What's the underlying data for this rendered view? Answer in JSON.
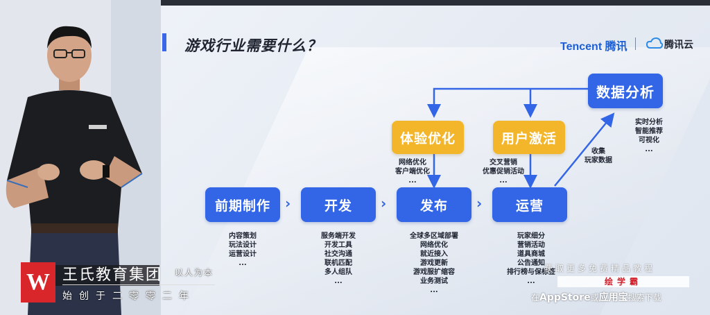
{
  "slide": {
    "title": "游戏行业需要什么？",
    "logo_tencent": "Tencent 腾讯",
    "logo_cloud": "腾讯云"
  },
  "flow": {
    "main_steps": [
      "前期制作",
      "开发",
      "发布",
      "运营"
    ],
    "opt_box": "体验优化",
    "activate_box": "用户激活",
    "analysis_box": "数据分析",
    "opt_notes": [
      "网络优化",
      "客户端优化",
      "..."
    ],
    "activate_notes": [
      "交叉营销",
      "优惠促销活动",
      "..."
    ],
    "collect_notes": [
      "收集",
      "玩家数据"
    ],
    "analysis_notes": [
      "实时分析",
      "智能推荐",
      "可视化",
      "..."
    ],
    "pre_notes": [
      "内容策划",
      "玩法设计",
      "运营设计",
      "..."
    ],
    "dev_notes": [
      "服务端开发",
      "开发工具",
      "社交沟通",
      "联机匹配",
      "多人组队",
      "..."
    ],
    "release_notes": [
      "全球多区域部署",
      "网络优化",
      "就近接入",
      "游戏更新",
      "游戏服扩缩容",
      "业务测试",
      "..."
    ],
    "ops_notes": [
      "玩家细分",
      "营销活动",
      "道具商城",
      "公告通知",
      "排行榜与保标签",
      "..."
    ]
  },
  "watermark": {
    "org": "王氏教育集团",
    "slogan": "以人为本",
    "since": "始创于二零零二年",
    "right_line1": "获取更多免费精品教程",
    "right_line2": "绘学霸",
    "right_line3_a": "在",
    "right_line3_b": "AppStore",
    "right_line3_c": "或",
    "right_line3_d": "应用宝",
    "right_line3_e": "搜索下载"
  },
  "colors": {
    "primary": "#3366e6",
    "secondary": "#f3b62a",
    "brand_red": "#d8262b"
  }
}
